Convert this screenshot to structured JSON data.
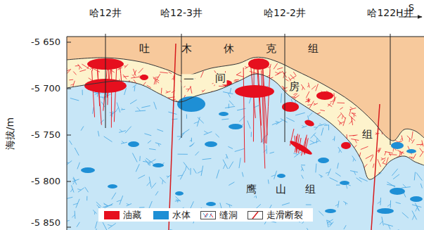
{
  "diagram": {
    "labels": [
      "哈12井",
      "哈12-3井",
      "哈12-2井",
      "哈122H井",
      "S",
      "海拔/m",
      "-5 650",
      "-5 700",
      "-5 750",
      "-5 800",
      "-5 850",
      "吐木休克组",
      "一",
      "间",
      "房",
      "组",
      "鹰山组"
    ],
    "legend": [
      {
        "text": "油藏",
        "color": "#e60f1e"
      },
      {
        "text": "水体",
        "color": "#1e8fd5"
      },
      {
        "text": "缝洞"
      },
      {
        "text": "走滑断裂"
      }
    ]
  }
}
